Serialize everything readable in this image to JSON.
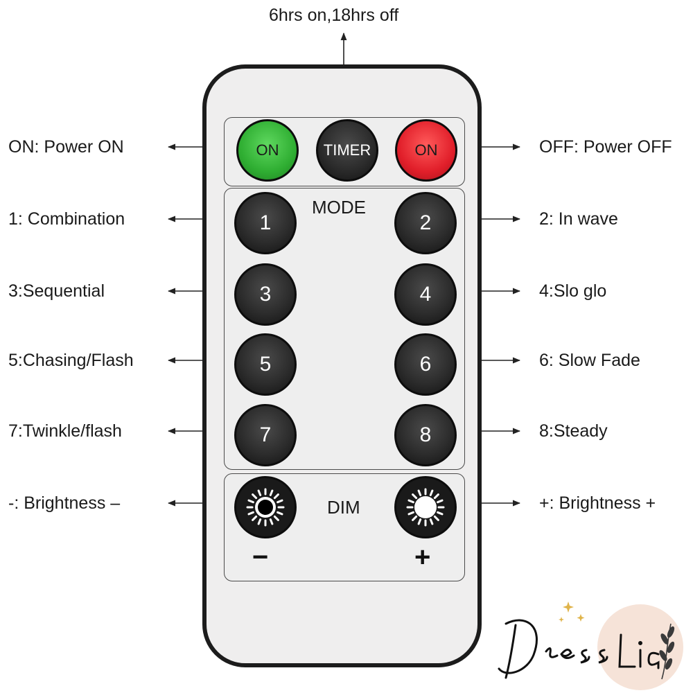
{
  "remote": {
    "top_row": {
      "on_button": "ON",
      "timer_button": "TIMER",
      "off_button": "ON"
    },
    "mode_panel": {
      "title": "MODE",
      "buttons": [
        "1",
        "2",
        "3",
        "4",
        "5",
        "6",
        "7",
        "8"
      ]
    },
    "dim_panel": {
      "title": "DIM",
      "minus_sign": "−",
      "plus_sign": "+"
    }
  },
  "callouts": {
    "timer": "6hrs on,18hrs off",
    "on": "ON: Power ON",
    "off": "OFF: Power OFF",
    "mode1": "1: Combination",
    "mode2": "2: In wave",
    "mode3": "3:Sequential",
    "mode4": "4:Slo glo",
    "mode5": "5:Chasing/Flash",
    "mode6": "6: Slow Fade",
    "mode7": "7:Twinkle/flash",
    "mode8": "8:Steady",
    "dim_minus": "-: Brightness –",
    "dim_plus": "+: Brightness +"
  },
  "watermark": {
    "text": "DressLia"
  },
  "colors": {
    "on_green": "#2fae32",
    "off_red": "#e11f2a",
    "button_dark": "#2c2c2c",
    "remote_body": "#efeeee"
  }
}
